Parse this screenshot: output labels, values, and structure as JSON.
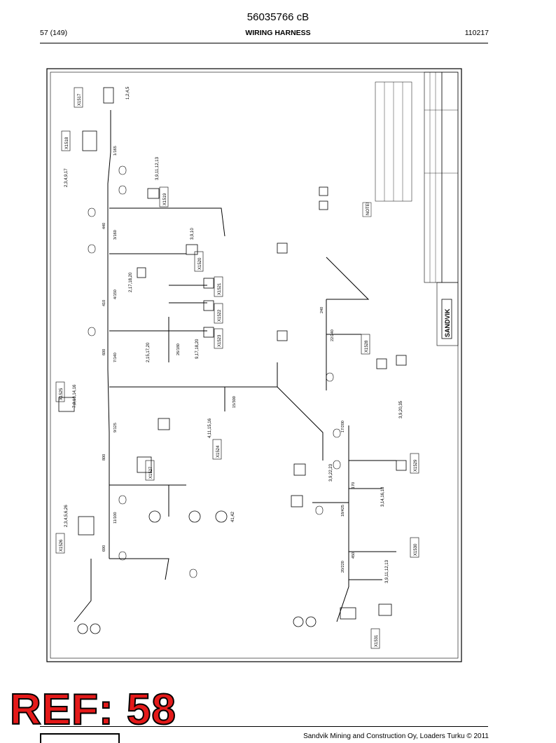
{
  "header": {
    "doc_number": "56035766 cB",
    "page": "57 (149)",
    "title": "WIRING HARNESS",
    "date": "110217"
  },
  "drawing": {
    "brand": "SANDVIK",
    "note_label": "NOTE!",
    "connectors": [
      {
        "id": "X1",
        "code": "X1517",
        "pins": "1,2,4,5"
      },
      {
        "id": "X2",
        "code": "X1518",
        "pins": "2,3,4,9,17"
      },
      {
        "id": "X3",
        "code": "X1519",
        "pins": "3,9,11,12,13"
      },
      {
        "id": "X4",
        "code": "X1520",
        "pins": "3,9,10"
      },
      {
        "id": "X5",
        "code": "X1521",
        "pins": "2,17,18,20"
      },
      {
        "id": "X6",
        "code": "X1522",
        "pins": "2,15,17,20"
      },
      {
        "id": "X7",
        "code": "X1523",
        "pins": "9,17,18,20"
      },
      {
        "id": "X8",
        "code": "X1524",
        "pins": "4,11,15,16"
      },
      {
        "id": "X9",
        "code": "X1525",
        "pins": "7,8,13,14,16"
      },
      {
        "id": "X10",
        "code": "X1526",
        "pins": "2,3,4,5,6,26"
      },
      {
        "id": "X11",
        "code": "X1527",
        "pins": "41,42"
      },
      {
        "id": "X12",
        "code": "X1528",
        "pins": "3,9,20,35"
      },
      {
        "id": "X13",
        "code": "X1529",
        "pins": "3,14,16,18"
      },
      {
        "id": "X14",
        "code": "X1530",
        "pins": "3,9,11,12,13"
      },
      {
        "id": "X15",
        "code": "X1531",
        "pins": "3,9,22,23"
      }
    ],
    "wires": [
      "1/165",
      "3/160",
      "4/150",
      "7/140",
      "9/125",
      "11/100",
      "15/300",
      "17/200",
      "18/425",
      "20/220",
      "22/240",
      "26/180"
    ],
    "dimensions": [
      "440",
      "410",
      "600",
      "800",
      "690",
      "240",
      "170",
      "450"
    ]
  },
  "stamp": {
    "text": "REF: 58"
  },
  "footer": {
    "text": "Sandvik Mining and Construction Oy, Loaders Turku © 2011"
  }
}
